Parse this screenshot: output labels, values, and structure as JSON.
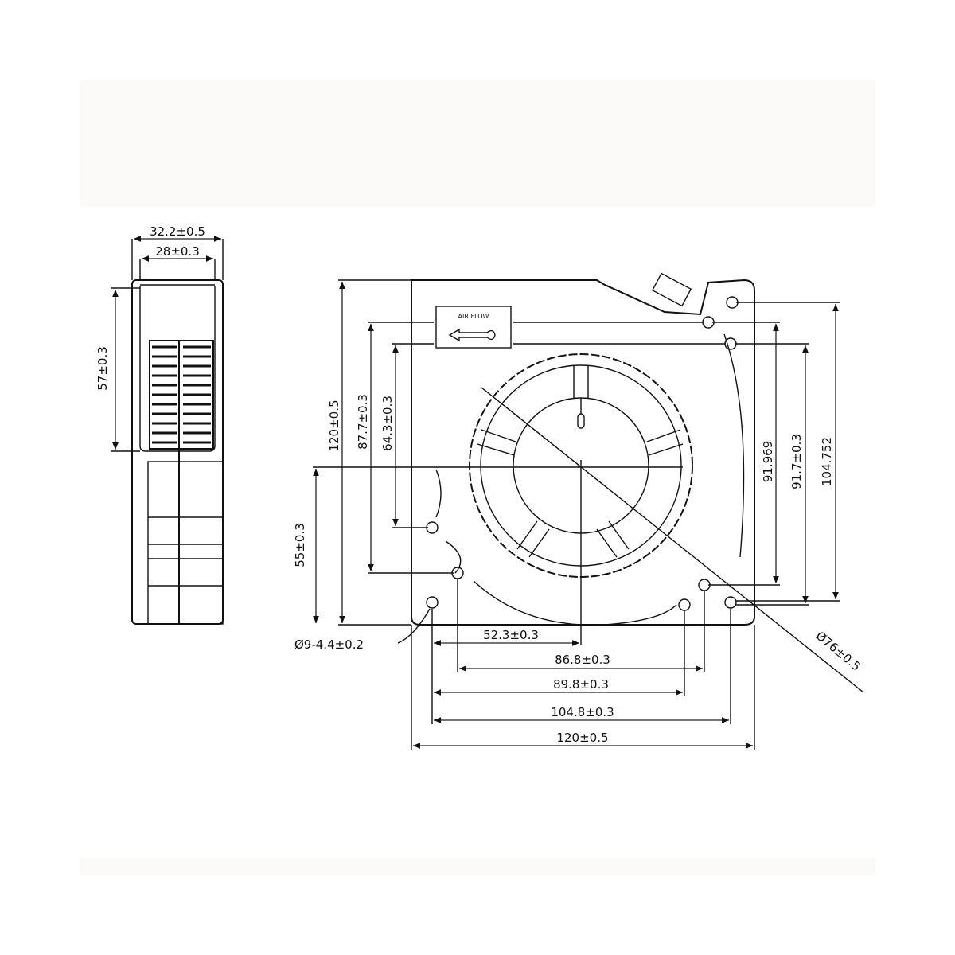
{
  "side_view": {
    "overall_width": "32.2±0.5",
    "inner_width": "28±0.3",
    "outlet_height": "57±0.3"
  },
  "front_view": {
    "airflow_label": "AIR FLOW",
    "height_overall": "120±0.5",
    "height_87": "87.7±0.3",
    "height_64": "64.3±0.3",
    "center_height": "55±0.3",
    "hole_spec": "Ø9-4.4±0.2",
    "right_91_969": "91.969",
    "right_91_7": "91.7±0.3",
    "right_104_752": "104.752",
    "diameter": "Ø76±0.5",
    "width_52": "52.3±0.3",
    "width_86": "86.8±0.3",
    "width_89": "89.8±0.3",
    "width_104": "104.8±0.3",
    "width_overall": "120±0.5"
  }
}
